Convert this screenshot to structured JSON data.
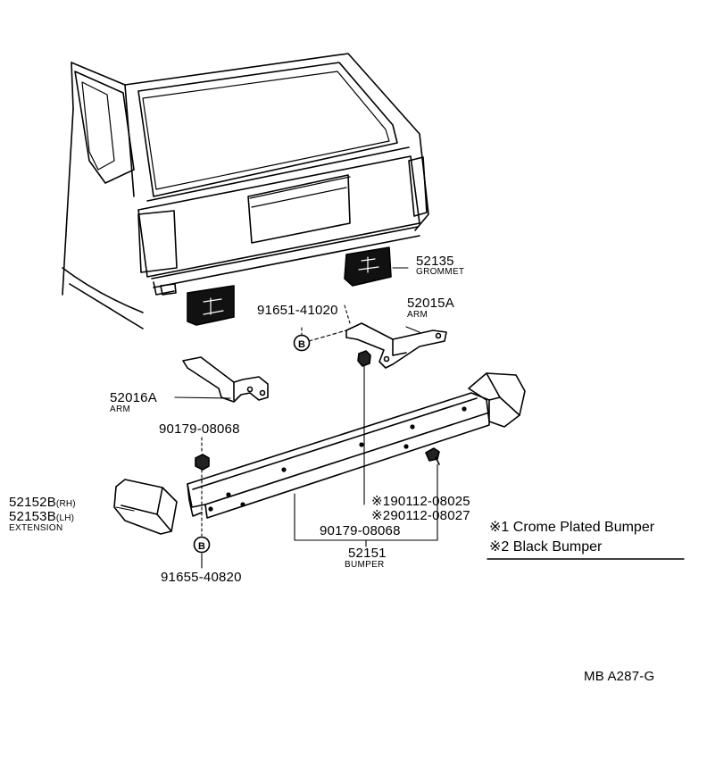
{
  "parts": {
    "grommet": {
      "number": "52135",
      "name": "GROMMET"
    },
    "arm_rh": {
      "number": "52015A",
      "name": "ARM"
    },
    "arm_lh": {
      "number": "52016A",
      "name": "ARM"
    },
    "bolt_upper": {
      "number": "91651-41020",
      "callout": "B"
    },
    "nut_arm": {
      "number": "90179-08068"
    },
    "extension": {
      "number_rh": "52152B",
      "suffix_rh": "(RH)",
      "number_lh": "52153B",
      "suffix_lh": "(LH)",
      "name": "EXTENSION"
    },
    "bolt_lower": {
      "number": "91655-40820",
      "callout": "B"
    },
    "bolt_chrome": {
      "mark": "※1",
      "number": "90112-08025"
    },
    "bolt_black": {
      "mark": "※2",
      "number": "90112-08027"
    },
    "nut_bumper": {
      "number": "90179-08068"
    },
    "bumper": {
      "number": "52151",
      "name": "BUMPER"
    }
  },
  "legend": {
    "item1": {
      "mark": "※1",
      "text": "Crome Plated Bumper"
    },
    "item2": {
      "mark": "※2",
      "text": "Black Bumper"
    }
  },
  "diagram_code": "MB A287-G"
}
